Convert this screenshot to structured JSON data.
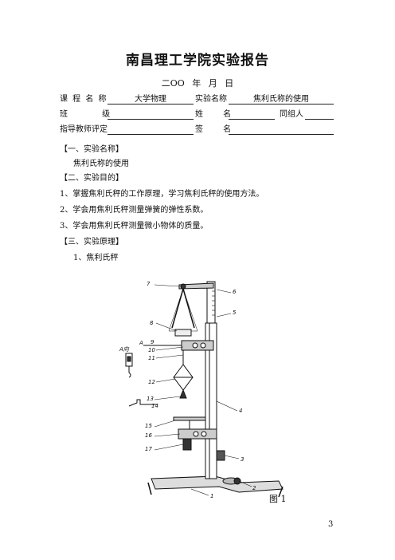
{
  "header": {
    "title": "南昌理工学院实验报告",
    "date_line": "二OO 年 月 日"
  },
  "form": {
    "course_label": "课 程 名 称",
    "course_value": "大学物理",
    "exp_label": "实验名称",
    "exp_value": "焦利氏称的使用",
    "class_label": "班 级",
    "name_label": "姓 名",
    "group_label": "同组人",
    "teacher_label": "指导教师评定",
    "sign_label": "签 名"
  },
  "sections": {
    "s1_title": "【一、实验名称】",
    "s1_body": "焦利氏称的使用",
    "s2_title": "【二、实验目的】",
    "s2_items": [
      "1、掌握焦利氏秤的工作原理，学习焦利氏秤的使用方法。",
      "2、学会用焦利氏秤测量弹簧的弹性系数。",
      "3、学会用焦利氏秤测量微小物体的质量。"
    ],
    "s3_title": "【三、实验原理】",
    "s3_sub": "1、焦利氏秤"
  },
  "figure": {
    "labels": [
      "7",
      "6",
      "5",
      "8",
      "A向",
      "A",
      "9",
      "10",
      "11",
      "12",
      "13",
      "14",
      "4",
      "15",
      "16",
      "17",
      "3",
      "2",
      "1"
    ],
    "caption": "图 1"
  },
  "page_number": "3"
}
